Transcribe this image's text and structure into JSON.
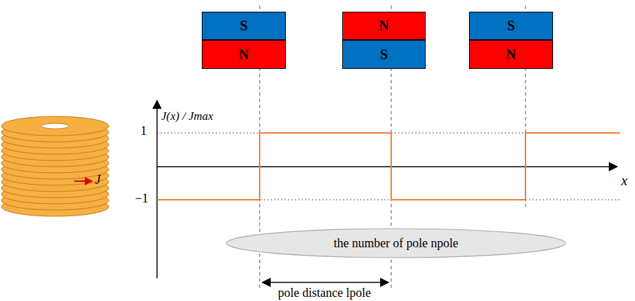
{
  "diagram": {
    "nodes": [
      {
        "text": [
          "S"
        ]
      },
      {
        "text": [
          "N"
        ]
      },
      {
        "text": [
          "N"
        ]
      },
      {
        "text": [
          "S"
        ]
      },
      {
        "text": [
          "S"
        ]
      },
      {
        "text": [
          "N"
        ]
      },
      {
        "text": [
          "the number of pole npole"
        ]
      }
    ],
    "labels": [
      "J(x) / Jmax",
      "1",
      "−1",
      "x",
      "J",
      "pole distance lpole"
    ]
  }
}
